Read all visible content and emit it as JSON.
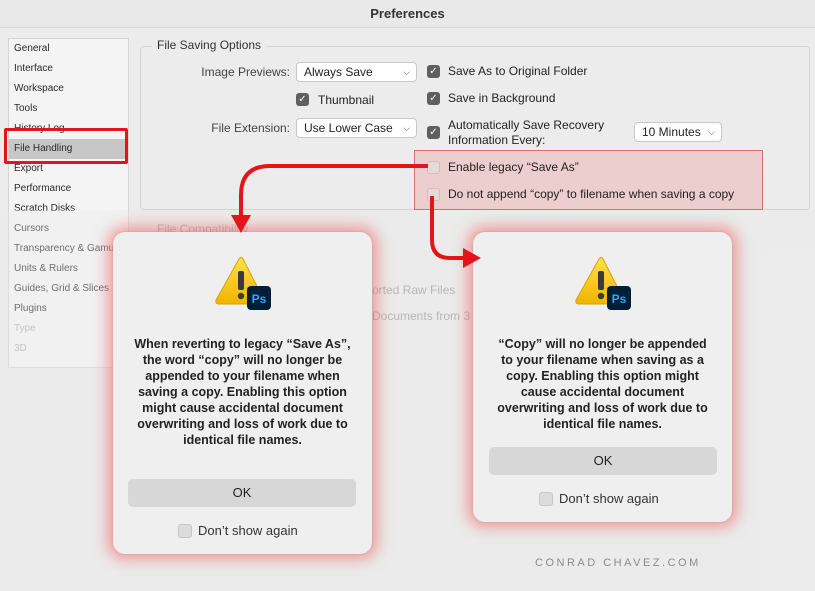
{
  "window": {
    "title": "Preferences"
  },
  "sidebar": {
    "items": [
      {
        "label": "General"
      },
      {
        "label": "Interface"
      },
      {
        "label": "Workspace"
      },
      {
        "label": "Tools"
      },
      {
        "label": "History Log"
      },
      {
        "label": "File Handling"
      },
      {
        "label": "Export"
      },
      {
        "label": "Performance"
      },
      {
        "label": "Scratch Disks"
      },
      {
        "label": "Cursors"
      },
      {
        "label": "Transparency & Gamut"
      },
      {
        "label": "Units & Rulers"
      },
      {
        "label": "Guides, Grid & Slices"
      },
      {
        "label": "Plugins"
      },
      {
        "label": "Type"
      },
      {
        "label": "3D"
      }
    ],
    "selected": "File Handling"
  },
  "file_saving": {
    "title": "File Saving Options",
    "image_previews_label": "Image Previews:",
    "image_previews_value": "Always Save",
    "thumbnail_label": "Thumbnail",
    "file_extension_label": "File Extension:",
    "file_extension_value": "Use Lower Case",
    "save_as_original_label": "Save As to Original Folder",
    "save_background_label": "Save in Background",
    "auto_save_label_1": "Automatically Save Recovery",
    "auto_save_label_2": "Information Every:",
    "auto_save_interval": "10 Minutes",
    "legacy_save_as_label": "Enable legacy “Save As”",
    "no_append_copy_label": "Do not append “copy” to filename when saving a copy"
  },
  "background": {
    "compat_title": "File Compatibility",
    "raw_text": "orted Raw Files",
    "docs_text": "Documents from 3"
  },
  "dialog_left": {
    "message": "When reverting to legacy “Save As”, the word “copy” will no longer be appended to your filename when saving a copy. Enabling this option might cause accidental document overwriting and loss of work due to identical file names.",
    "ok_label": "OK",
    "dont_show_label": "Don’t show again",
    "app_badge": "Ps"
  },
  "dialog_right": {
    "message": "“Copy” will no longer be appended to your filename when saving as a copy. Enabling this option might cause accidental document overwriting and loss of work due to identical file names.",
    "ok_label": "OK",
    "dont_show_label": "Don’t show again",
    "app_badge": "Ps"
  },
  "watermark": "CONRAD CHAVEZ.COM",
  "colors": {
    "highlight_red": "#e4141b",
    "ps_blue": "#31a8ff",
    "ps_bg": "#001e36",
    "warning_yellow": "#f5c400"
  }
}
